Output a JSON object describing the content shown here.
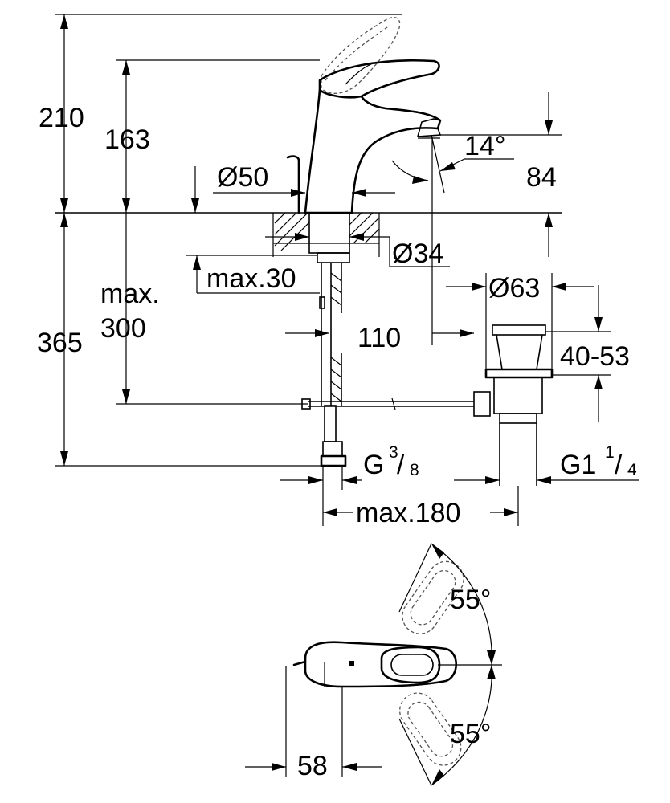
{
  "dimensions": {
    "height_total": "210",
    "height_spout": "163",
    "dia_base": "Ø50",
    "angle_spout": "14°",
    "spout_height": "84",
    "dia_hole": "Ø34",
    "max_thickness": "max.30",
    "max_hose_1": "max.",
    "max_hose_2": "300",
    "below_total": "365",
    "offset_110": "110",
    "dia_waste": "Ø63",
    "waste_range": "40-53",
    "thread_supply": "G",
    "thread_supply_num": "3",
    "thread_supply_den": "8",
    "thread_waste": "G1",
    "thread_waste_num": "1",
    "thread_waste_den": "4",
    "max_180": "max.180",
    "angle_up": "55°",
    "angle_down": "55°",
    "width_58": "58"
  }
}
